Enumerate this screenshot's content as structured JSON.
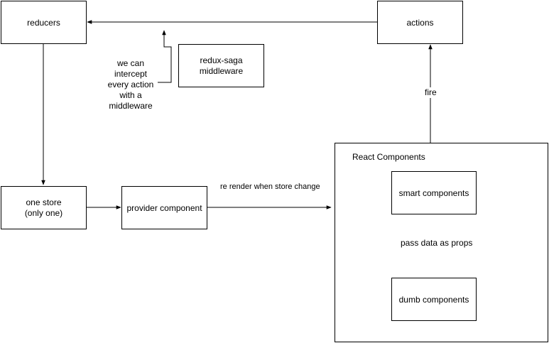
{
  "nodes": {
    "reducers": "reducers",
    "actions": "actions",
    "saga": "redux-saga\nmiddleware",
    "store": "one store\n(only one)",
    "provider": "provider component",
    "react_title": "React Components",
    "smart": "smart components",
    "dumb": "dumb components"
  },
  "edge_labels": {
    "intercept": "we can\nintercept\nevery action\nwith a\nmiddleware",
    "fire": "fire",
    "rerender": "re render when store change",
    "pass_props": "pass data as props"
  },
  "colors": {
    "stroke": "#000000",
    "background": "#ffffff"
  }
}
